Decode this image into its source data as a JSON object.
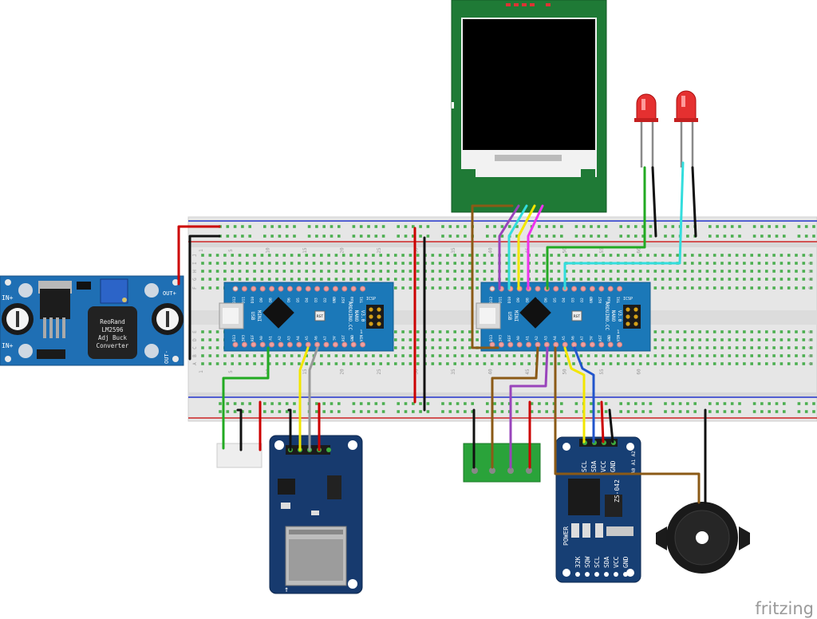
{
  "buck": {
    "in_plus": "IN+",
    "in_plus_2": "IN+",
    "out_plus": "OUT+",
    "out_minus": "OUT-",
    "chip_line1": "ReoRand",
    "chip_line2": "LM2596",
    "chip_line3": "Adj Buck",
    "chip_line4": "Converter"
  },
  "nano": {
    "top_pins": [
      "D12",
      "D11",
      "D10",
      "D9",
      "D8",
      "D7",
      "D6",
      "D5",
      "D4",
      "D3",
      "D2",
      "GND",
      "RST",
      "RX0",
      "TX1"
    ],
    "bottom_pins": [
      "D13",
      "3V3",
      "REF",
      "A0",
      "A1",
      "A2",
      "A3",
      "A4",
      "A5",
      "A6",
      "A7",
      "5V",
      "RST",
      "GND",
      "VIN"
    ],
    "brand": "ARDUINO.CC",
    "model": "NANO",
    "version": "V3.0",
    "usb": "USB",
    "icsp": "ICSP",
    "rst": "RST",
    "label_1": "1"
  },
  "rtc": {
    "top_pins": [
      "SCL",
      "SDA",
      "VCC",
      "GND"
    ],
    "bottom_pins": [
      "32K",
      "SQW",
      "SCL",
      "SDA",
      "VCC",
      "GND"
    ],
    "power": "POWER",
    "chip": "ZS-042",
    "addr": "A0 A1 A2"
  },
  "breadboard": {
    "col_labels": [
      "1",
      "5",
      "10",
      "15",
      "20",
      "25",
      "30",
      "35",
      "40",
      "45",
      "50",
      "55",
      "60"
    ],
    "row_labels_top": [
      "J",
      "I",
      "H",
      "G",
      "F"
    ],
    "row_labels_bottom": [
      "E",
      "D",
      "C",
      "B",
      "A"
    ]
  },
  "watermark": "fritzing",
  "colors": {
    "board_blue": "#1f6fb4",
    "nano_blue": "#1b78b8",
    "tft_green": "#1f7a36",
    "rtc_navy": "#173f74",
    "sd_navy": "#173a6e",
    "rail_red": "#cc2222",
    "rail_blue": "#2233cc",
    "hole_green": "#4caf50",
    "wire_red": "#cc0000",
    "wire_black": "#111111",
    "wire_green": "#22aa22",
    "wire_yellow": "#f2e600",
    "wire_cyan": "#33dddd",
    "wire_magenta": "#ee33ee",
    "wire_purple": "#9944bb",
    "wire_brown": "#8b5a16",
    "wire_blue": "#2255cc",
    "wire_grey": "#999999"
  }
}
